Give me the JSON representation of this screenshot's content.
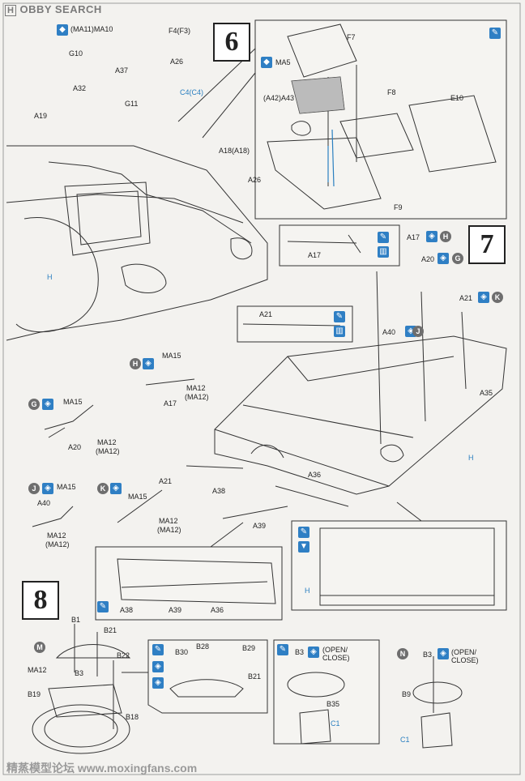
{
  "header": {
    "logo_box": "H",
    "logo_text": "OBBY SEARCH"
  },
  "watermark": "精蒸模型论坛 www.moxingfans.com",
  "steps": {
    "s6": "6",
    "s7": "7",
    "s8": "8"
  },
  "circles": {
    "H1": "H",
    "G1": "G",
    "J1": "J",
    "K1": "K",
    "H2": "H",
    "G2": "G",
    "J2": "J",
    "K2": "K",
    "M": "M",
    "N": "N"
  },
  "labels": {
    "ma11ma10": "(MA11)MA10",
    "f4f3": "F4(F3)",
    "g10": "G10",
    "a37": "A37",
    "a26a": "A26",
    "c4c4": "C4(C4)",
    "a32": "A32",
    "g11": "G11",
    "a19": "A19",
    "a18a18": "A18(A18)",
    "a26b": "A26",
    "h_hull": "H",
    "f7": "F7",
    "ma5": "MA5",
    "a42a43": "(A42)A43",
    "f8": "F8",
    "e10": "E10",
    "f9": "F9",
    "a17top": "A17",
    "a17box": "A17",
    "a20top": "A20",
    "a21box": "A21",
    "a40top": "A40",
    "a21top": "A21",
    "a35": "A35",
    "h_step7": "H",
    "ma15a": "MA15",
    "ma12a": "MA12",
    "ma12a2": "(MA12)",
    "a17a": "A17",
    "ma15b": "MA15",
    "a20b": "A20",
    "ma12b": "MA12",
    "ma12b2": "(MA12)",
    "ma15c": "MA15",
    "a40c": "A40",
    "ma12c": "MA12",
    "ma12c2": "(MA12)",
    "a21d": "A21",
    "ma15d": "MA15",
    "ma12d": "MA12",
    "ma12d2": "(MA12)",
    "a38": "A38",
    "a36": "A36",
    "a39": "A39",
    "a38b": "A38",
    "a39b": "A39",
    "a36b": "A36",
    "h_inset": "H",
    "b1": "B1",
    "b21a": "B21",
    "b22": "B22",
    "ma12e": "MA12",
    "b3a": "B3",
    "b19": "B19",
    "b18": "B18",
    "b30": "B30",
    "b28": "B28",
    "b29": "B29",
    "b21b": "B21",
    "b3b": "B3",
    "openclose1a": "(OPEN/",
    "openclose1b": "CLOSE)",
    "b35": "B35",
    "c1a": "C1",
    "b3c": "B3",
    "openclose2a": "(OPEN/",
    "openclose2b": "CLOSE)",
    "b9": "B9",
    "c1b": "C1"
  },
  "colors": {
    "paint_blue": "#2f7fc4",
    "step_circle": "#6e6e6e",
    "line": "#333333"
  }
}
